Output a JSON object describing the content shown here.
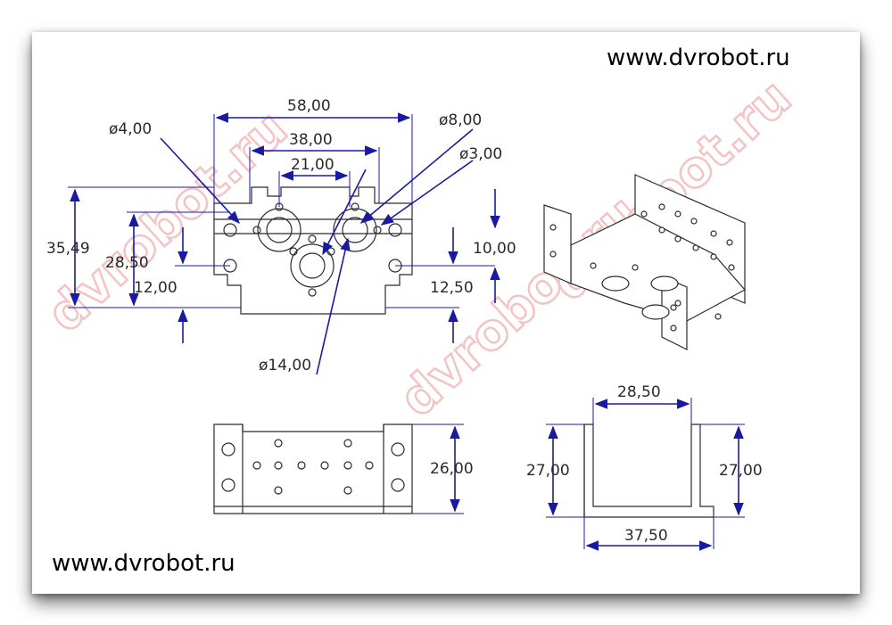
{
  "watermark_urls": {
    "top": "www.dvrobot.ru",
    "bottom": "www.dvrobot.ru"
  },
  "watermark_text": "dvrobot.ru",
  "colors": {
    "dimension_blue": "#1a1aa0",
    "outline": "#2b2b2b",
    "watermark": "#f2c4c4"
  },
  "top_view": {
    "width_overall": "58,00",
    "width_inner": "38,00",
    "width_center": "21,00",
    "hole_small": "ø4,00",
    "hole_mid": "ø8,00",
    "hole_tiny": "ø3,00",
    "hole_large": "ø14,00",
    "height_overall": "35,49",
    "height_mid": "28,50",
    "offset_left": "12,00",
    "offset_right": "12,50",
    "offset_hole": "10,00"
  },
  "front_view": {
    "height": "26,00"
  },
  "side_view": {
    "inner_width": "28,50",
    "outer_width": "37,50",
    "height_left": "27,00",
    "height_right": "27,00"
  }
}
